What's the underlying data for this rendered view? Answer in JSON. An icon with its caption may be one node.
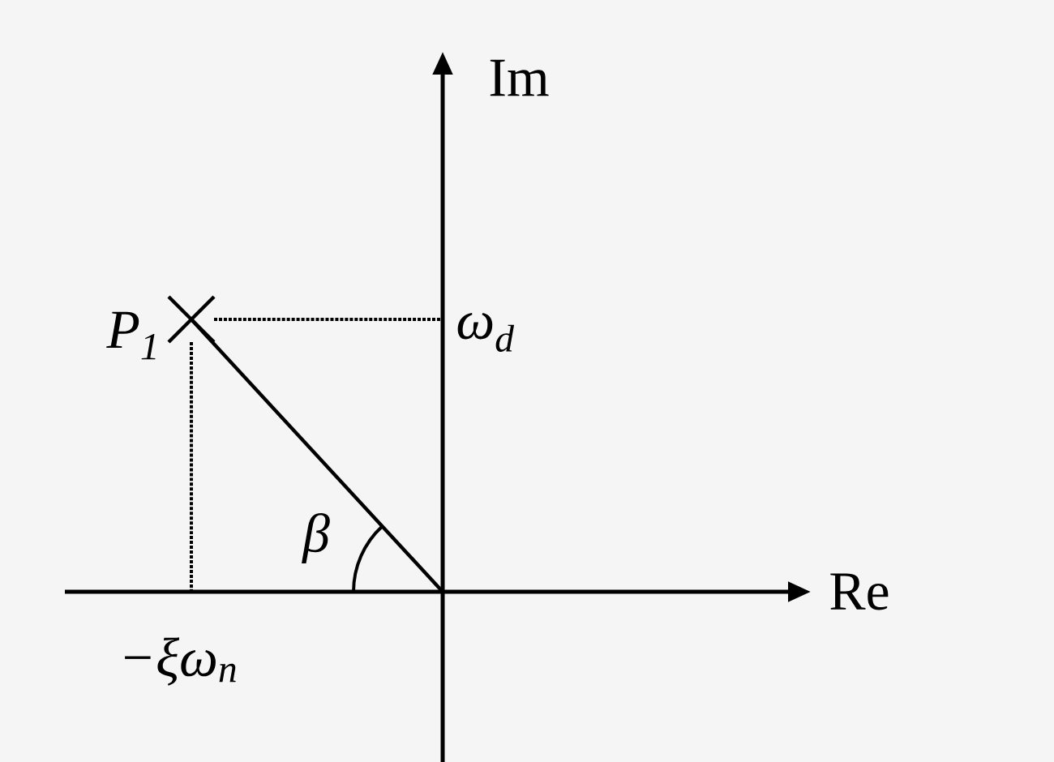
{
  "diagram": {
    "labels": [
      "Im",
      "P$_{1}$",
      "ω$_{d}$",
      "β",
      "Re",
      "−ξω$_{n}$"
    ]
  }
}
